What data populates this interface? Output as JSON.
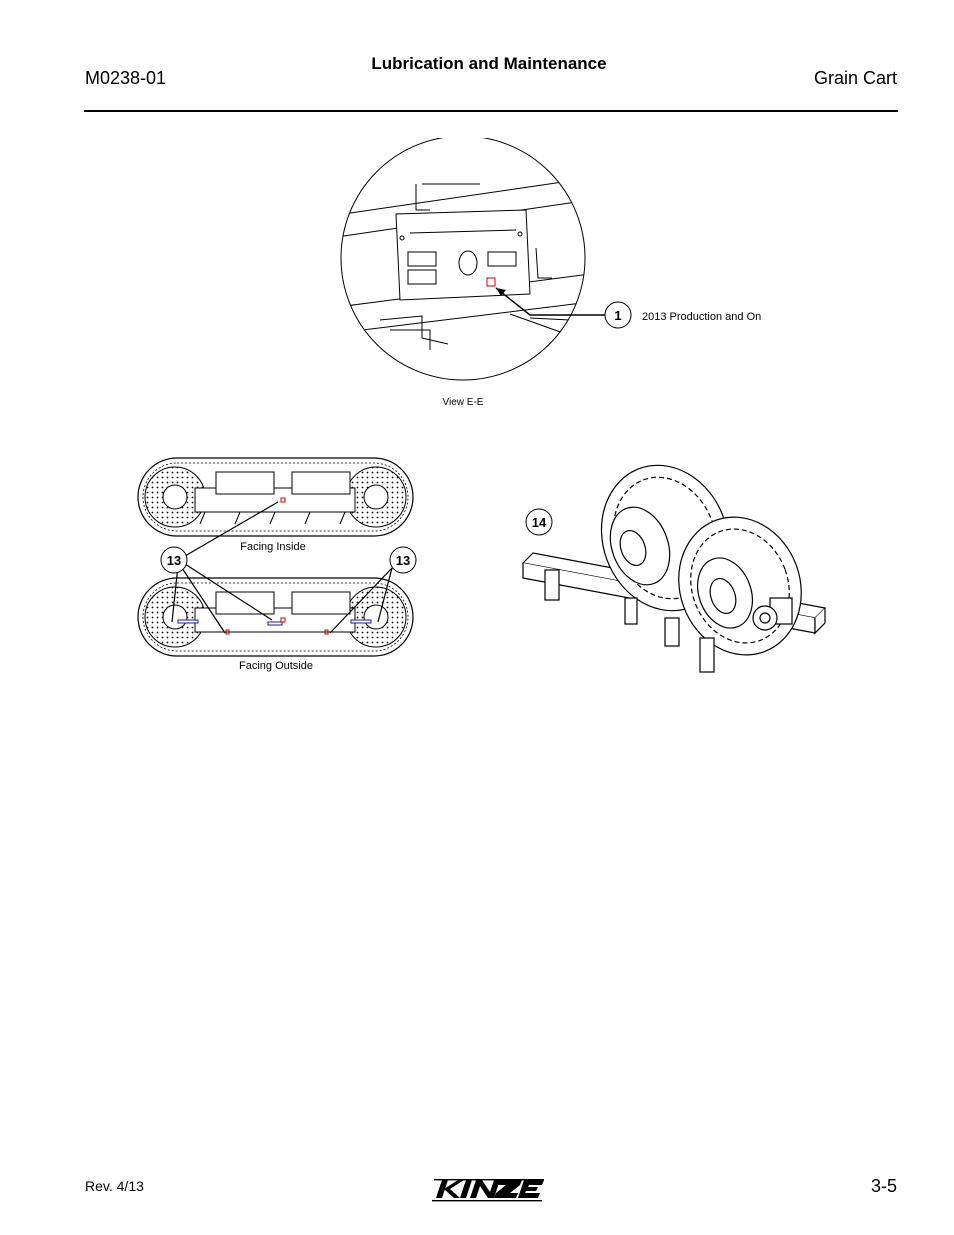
{
  "header": {
    "doc_number": "M0238-01",
    "section_title": "Lubrication and Maintenance",
    "product": "Grain Cart"
  },
  "figure_top": {
    "callout_number": "1",
    "callout_label": "2013 Production and On",
    "view_caption": "View E-E"
  },
  "figure_tracks": {
    "callout_left": "13",
    "callout_right": "13",
    "caption_inside": "Facing Inside",
    "caption_outside": "Facing Outside"
  },
  "figure_wheels": {
    "callout_number": "14"
  },
  "footer": {
    "revision": "Rev. 4/13",
    "brand": "KINZE",
    "page_number": "3-5"
  }
}
